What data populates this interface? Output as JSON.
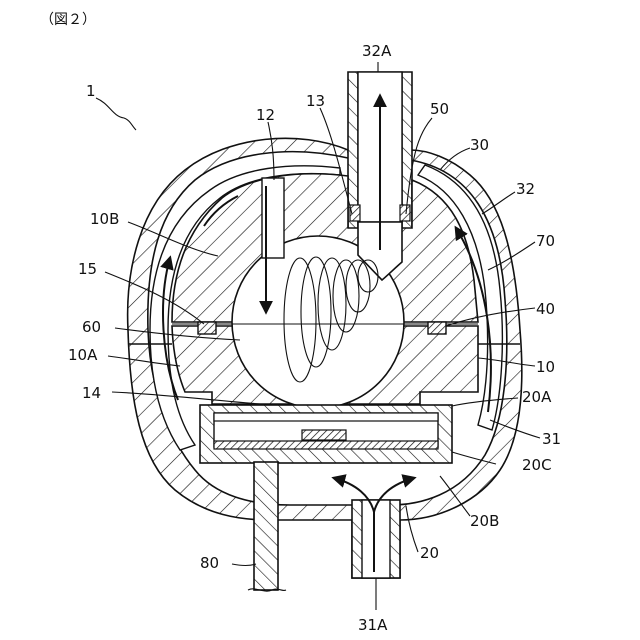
{
  "figure_caption": "（図２）",
  "labels": {
    "l1": "1",
    "l32A": "32A",
    "l13": "13",
    "l12": "12",
    "l50": "50",
    "l30": "30",
    "l32": "32",
    "l10B": "10B",
    "l70": "70",
    "l15": "15",
    "l40": "40",
    "l60": "60",
    "l10A": "10A",
    "l10": "10",
    "l14": "14",
    "l20A": "20A",
    "l31": "31",
    "l20C": "20C",
    "l20B": "20B",
    "l20": "20",
    "l80": "80",
    "l31A": "31A"
  }
}
